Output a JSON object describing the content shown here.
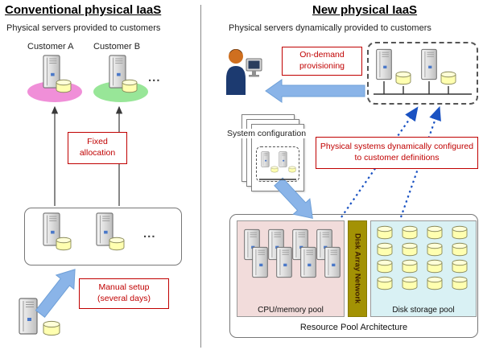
{
  "left": {
    "title": "Conventional physical IaaS",
    "subtitle": "Physical servers provided to customers",
    "customer_a": "Customer A",
    "customer_b": "Customer B",
    "customers_more": "...",
    "fixed_allocation": "Fixed allocation",
    "pool_more": "...",
    "manual_setup": "Manual setup (several days)"
  },
  "right": {
    "title": "New physical IaaS",
    "subtitle": "Physical servers dynamically provided to customers",
    "on_demand": "On-demand provisioning",
    "system_configuration": "System configuration",
    "dynamic_config": "Physical systems dynamically configured to customer definitions",
    "resource_pool_title": "Resource Pool Architecture",
    "cpu_pool": "CPU/memory pool",
    "disk_array_network": "Disk Array Network",
    "disk_pool": "Disk storage pool"
  },
  "colors": {
    "red": "#c00000",
    "arrow_blue": "#8ab4e8",
    "dotted_blue": "#1a52c2",
    "customer_a_pink": "#f08fd8",
    "customer_b_green": "#98e698",
    "cpu_pool_pink": "#f2dcdb",
    "disk_pool_cyan": "#d9f1f4",
    "dan_olive": "#a39204",
    "cylinder_yellow": "#ffffb0",
    "server_gray": "#dcdcdc"
  }
}
